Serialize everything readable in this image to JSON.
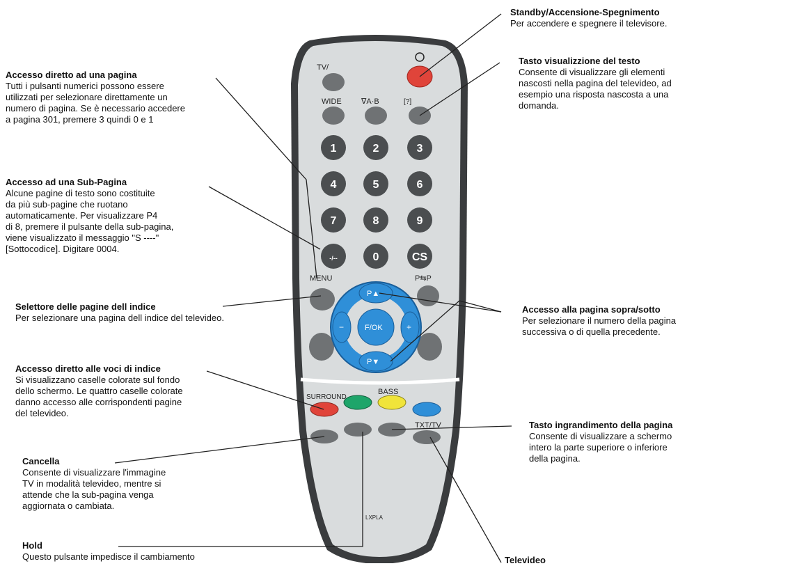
{
  "colors": {
    "red": "#e0443a",
    "green": "#1ea56a",
    "yellow": "#f0e43a",
    "blue": "#2f8fd8",
    "grey": "#6f7274",
    "dark": "#4b4e50",
    "body": "#d9dcdd",
    "frame": "#3a3c3e"
  },
  "remote": {
    "top_labels": {
      "tv": "TV/",
      "wide": "WIDE",
      "ab": "∇A·B",
      "text": "[?]"
    },
    "digits": [
      "1",
      "2",
      "3",
      "4",
      "5",
      "6",
      "7",
      "8",
      "9",
      "-/--",
      "0",
      "CS"
    ],
    "menu": "MENU",
    "pp": "P⇆P",
    "pup": "P▲",
    "pdown": "P▼",
    "fok": "F/OK",
    "minus": "−",
    "plus": "+",
    "surround": "SURROUND",
    "bass": "BASS",
    "txttv": "TXT/TV",
    "brand": "LXPLA"
  },
  "notes": [
    {
      "id": "standby",
      "title": "Standby/Accensione-Spegnimento",
      "body": "Per accendere e spegnere il televisore."
    },
    {
      "id": "reveal",
      "title": "Tasto visualizzione del testo",
      "body": "Consente di visualizzare gli elementi\nnascosti nella pagina del televideo, ad\nesempio una risposta nascosta a una\ndomanda."
    },
    {
      "id": "direct",
      "title": "Accesso diretto ad una pagina",
      "body": "Tutti i pulsanti numerici possono essere\nutilizzati per selezionare direttamente un\nnumero di pagina. Se è necessario accedere\na pagina 301, premere 3 quindi 0 e 1"
    },
    {
      "id": "subpage",
      "title": "Accesso ad una Sub-Pagina",
      "body": "Alcune pagine di testo sono costituite\nda più sub-pagine che ruotano\nautomaticamente. Per visualizzare P4\ndi 8, premere il pulsante della sub-pagina,\nviene visualizzato il messaggio \"S ----\"\n[Sottocodice]. Digitare 0004."
    },
    {
      "id": "index",
      "title": "Selettore delle pagine dell indice",
      "body": "Per selezionare una pagina dell indice del televideo."
    },
    {
      "id": "updown",
      "title": "Accesso alla pagina sopra/sotto",
      "body": "Per selezionare il numero della pagina\nsuccessiva o di quella precedente."
    },
    {
      "id": "fastext",
      "title": "Accesso diretto alle voci di indice",
      "body": "Si visualizzano caselle colorate sul fondo\ndello schermo. Le quattro caselle colorate\ndanno accesso alle corrispondenti pagine\ndel televideo."
    },
    {
      "id": "zoom",
      "title": "Tasto ingrandimento della pagina",
      "body": "Consente di visualizzare a schermo\nintero la parte superiore o inferiore\ndella pagina."
    },
    {
      "id": "cancel",
      "title": "Cancella",
      "body": "Consente di visualizzare l'immagine\nTV in modalità televideo, mentre si\nattende che la sub-pagina venga\naggiornata o cambiata."
    },
    {
      "id": "hold",
      "title": "Hold",
      "body": "Questo pulsante impedisce il cambiamento"
    },
    {
      "id": "teletext",
      "title": "Televideo",
      "body": ""
    }
  ]
}
